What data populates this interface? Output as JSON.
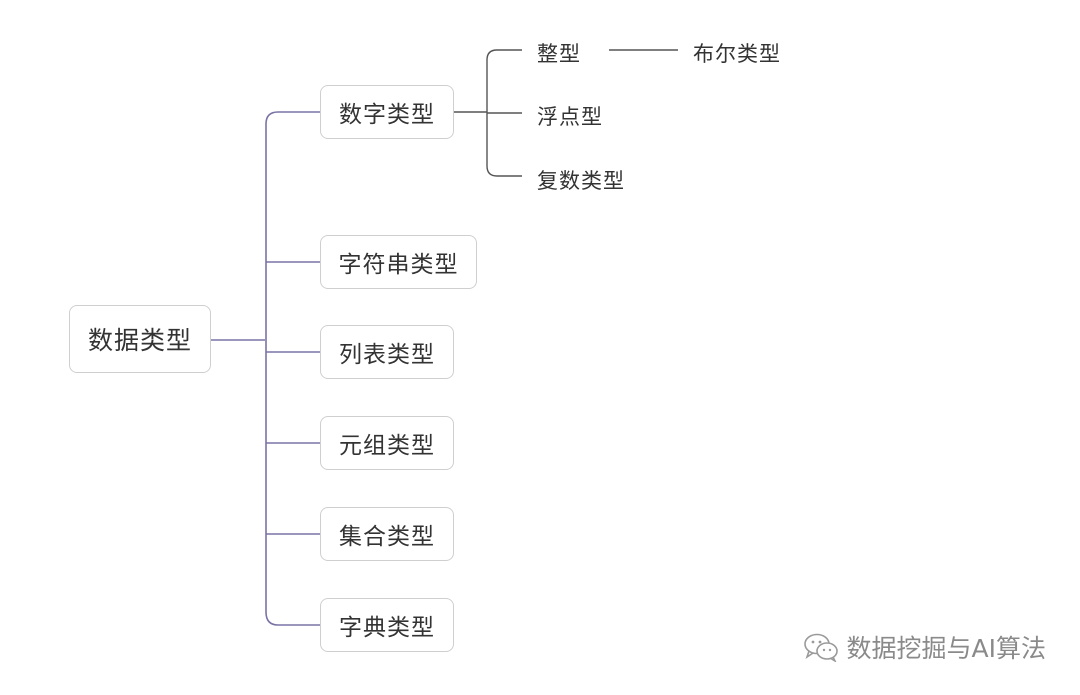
{
  "root": {
    "label": "数据类型"
  },
  "categories": [
    {
      "id": "number",
      "label": "数字类型"
    },
    {
      "id": "string",
      "label": "字符串类型"
    },
    {
      "id": "list",
      "label": "列表类型"
    },
    {
      "id": "tuple",
      "label": "元组类型"
    },
    {
      "id": "set",
      "label": "集合类型"
    },
    {
      "id": "dict",
      "label": "字典类型"
    }
  ],
  "number_subtypes": [
    {
      "id": "int",
      "label": "整型"
    },
    {
      "id": "float",
      "label": "浮点型"
    },
    {
      "id": "complex",
      "label": "复数类型"
    }
  ],
  "int_subtype": {
    "label": "布尔类型"
  },
  "watermark": {
    "icon": "wechat-icon",
    "text": "数据挖掘与AI算法"
  },
  "colors": {
    "connector": "#7a73a6",
    "node_border": "#cfcfcf",
    "text": "#333333"
  }
}
